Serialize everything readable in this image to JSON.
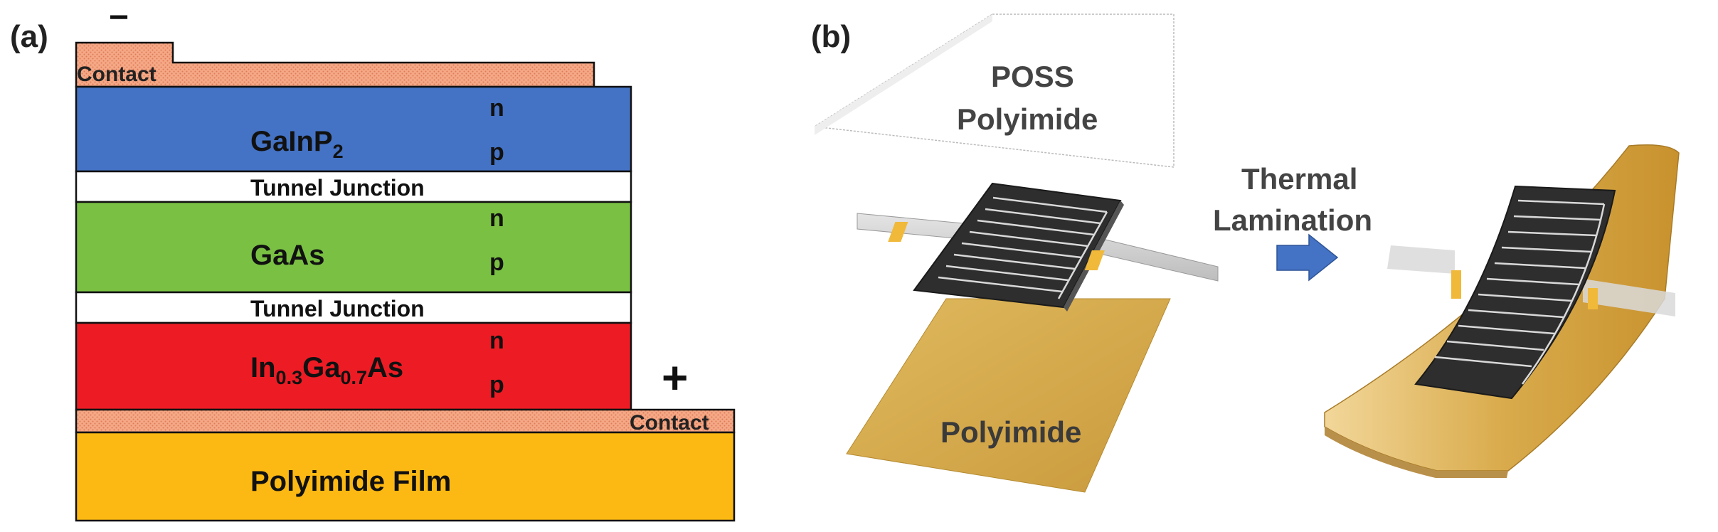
{
  "panel_a": {
    "label": "(a)",
    "minus_sign": "−",
    "plus_sign": "+",
    "top_contact_label": "Contact",
    "bottom_contact_label": "Contact",
    "layers": {
      "gainp2": {
        "name_main": "GaInP",
        "name_sub": "2",
        "doping_top": "n",
        "doping_bottom": "p",
        "color": "#4472c4"
      },
      "tunnel1": {
        "name": "Tunnel Junction",
        "color": "#ffffff"
      },
      "gaas": {
        "name": "GaAs",
        "doping_top": "n",
        "doping_bottom": "p",
        "color": "#7ac143"
      },
      "tunnel2": {
        "name": "Tunnel Junction",
        "color": "#ffffff"
      },
      "ingaas": {
        "in": "In",
        "in_sub": "0.3",
        "ga": "Ga",
        "ga_sub": "0.7",
        "as": "As",
        "doping_top": "n",
        "doping_bottom": "p",
        "color": "#ed1c24"
      },
      "polyimide_film": {
        "name": "Polyimide Film",
        "color": "#fdb913"
      }
    },
    "contact_color": "#f4a886"
  },
  "panel_b": {
    "label": "(b)",
    "poss_label_line1": "POSS",
    "poss_label_line2": "Polyimide",
    "polyimide_label": "Polyimide",
    "process_line1": "Thermal",
    "process_line2": "Lamination",
    "arrow_color": "#4472c4",
    "polyimide_color": "#d4a94b",
    "cell_color": "#2e2e2e"
  }
}
